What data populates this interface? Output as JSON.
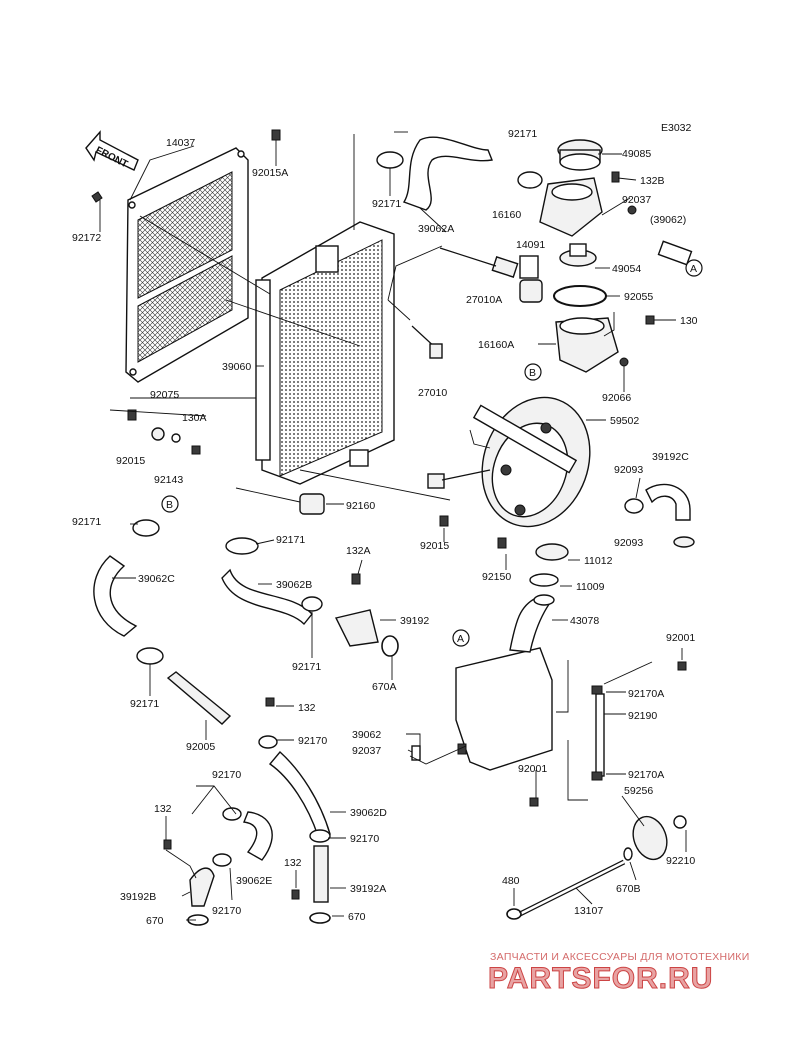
{
  "diagram_code": "E3032",
  "front_label": "FRONT",
  "callouts": {
    "a": "A",
    "b": "B"
  },
  "labels": {
    "l14037": "14037",
    "l92015A": "92015A",
    "l92172": "92172",
    "l92171_top1": "92171",
    "l92171_top2": "92171",
    "l39062A": "39062A",
    "l49085": "49085",
    "l132B": "132B",
    "l16160": "16160",
    "l92037_top": "92037",
    "l39062_ref": "(39062)",
    "l14091": "14091",
    "l49054": "49054",
    "l27010A": "27010A",
    "l92055": "92055",
    "l130": "130",
    "l16160A": "16160A",
    "l39060": "39060",
    "l27010": "27010",
    "l92066": "92066",
    "l92075": "92075",
    "l130A": "130A",
    "l92015_left": "92015",
    "l92143": "92143",
    "l59502": "59502",
    "l92093_a": "92093",
    "l39192C": "39192C",
    "l92093_b": "92093",
    "l92171_b": "92171",
    "l92160": "92160",
    "l92015_mid": "92015",
    "l92171_c": "92171",
    "l39062C": "39062C",
    "l132A": "132A",
    "l39062B": "39062B",
    "l92150": "92150",
    "l11012": "11012",
    "l11009": "11009",
    "l39192": "39192",
    "l43078": "43078",
    "l92171_d": "92171",
    "l670A": "670A",
    "l92001_a": "92001",
    "l92171_e": "92171",
    "l132_a": "132",
    "l92170A_a": "92170A",
    "l92190": "92190",
    "l92005": "92005",
    "l92170_a": "92170",
    "l39062": "39062",
    "l92037_b": "92037",
    "l92001_b": "92001",
    "l92170A_b": "92170A",
    "l92170_b": "92170",
    "l59256": "59256",
    "l132_b": "132",
    "l39062D": "39062D",
    "l92170_c": "92170",
    "l92210": "92210",
    "l132_c": "132",
    "l39192B": "39192B",
    "l39062E": "39062E",
    "l39192A": "39192A",
    "l480": "480",
    "l670B": "670B",
    "l92170_d": "92170",
    "l670_a": "670",
    "l670_b": "670",
    "l13107": "13107"
  },
  "watermark": {
    "tagline": "ЗАПЧАСТИ И АКСЕССУАРЫ ДЛЯ МОТОТЕХНИКИ",
    "logo": "PARTSFOR.RU"
  },
  "colors": {
    "line": "#111111",
    "watermark_text": "#d46a6a",
    "watermark_logo": "#e8a3a3"
  }
}
